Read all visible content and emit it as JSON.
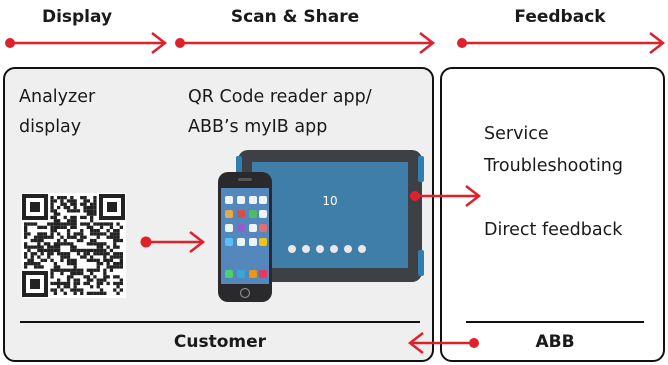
{
  "headers": {
    "display": "Display",
    "scan_share": "Scan & Share",
    "feedback": "Feedback"
  },
  "left_panel": {
    "analyzer_line1": "Analyzer",
    "analyzer_line2": "display",
    "app_line1": "QR Code reader app/",
    "app_line2": "ABB’s myIB app",
    "footer": "Customer"
  },
  "right_panel": {
    "item1": "Service",
    "item2": "Troubleshooting",
    "item3": "Direct feedback",
    "footer": "ABB"
  },
  "colors": {
    "accent": "#e0202a",
    "border": "#111111",
    "panel_bg": "#efefef"
  },
  "icons": [
    "qr-code-icon",
    "smartphone-icon",
    "tablet-icon"
  ]
}
